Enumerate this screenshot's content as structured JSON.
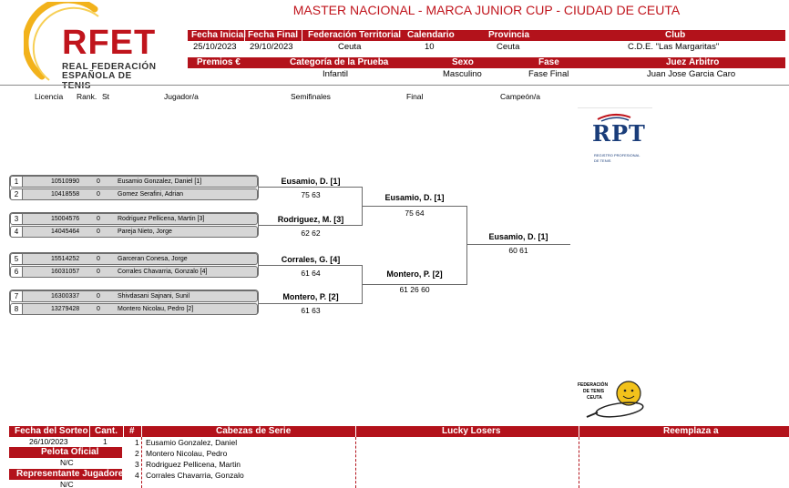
{
  "title": "MASTER NACIONAL - MARCA JUNIOR CUP - CIUDAD DE CEUTA",
  "logo": {
    "initials": "RFET",
    "line1": "REAL FEDERACIÓN",
    "line2": "ESPAÑOLA DE TENIS"
  },
  "info": {
    "fecha_inicial_label": "Fecha Inicial",
    "fecha_inicial": "25/10/2023",
    "fecha_final_label": "Fecha Final",
    "fecha_final": "29/10/2023",
    "federacion_label": "Federación Territorial",
    "federacion": "Ceuta",
    "calendario_label": "Calendario",
    "calendario": "10",
    "provincia_label": "Provincia",
    "provincia": "Ceuta",
    "club_label": "Club",
    "club": "C.D.E. \"Las Margaritas\"",
    "premios_label": "Premios €",
    "premios": "",
    "categoria_label": "Categoría de la Prueba",
    "categoria": "Infantil",
    "sexo_label": "Sexo",
    "sexo": "Masculino",
    "fase_label": "Fase",
    "fase": "Fase Final",
    "juez_label": "Juez Árbitro",
    "juez": "Juan Jose Garcia Caro"
  },
  "columns": {
    "licencia": "Licencia",
    "rank": "Rank.",
    "st": "St",
    "jugador": "Jugador/a",
    "semifinales": "Semifinales",
    "final": "Final",
    "campeon": "Campeón/a"
  },
  "rpt": {
    "initials": "RPT",
    "caption1": "REGISTRO PROFESIONAL",
    "caption2": "DE TENIS"
  },
  "players": [
    {
      "num": "1",
      "licencia": "10510990",
      "rank": "0",
      "name": "Eusamio Gonzalez, Daniel [1]"
    },
    {
      "num": "2",
      "licencia": "10418558",
      "rank": "0",
      "name": "Gomez Serafini, Adrian"
    },
    {
      "num": "3",
      "licencia": "15004576",
      "rank": "0",
      "name": "Rodriguez Pellicena, Martin [3]"
    },
    {
      "num": "4",
      "licencia": "14045464",
      "rank": "0",
      "name": "Pareja Nieto, Jorge"
    },
    {
      "num": "5",
      "licencia": "15514252",
      "rank": "0",
      "name": "Garceran Conesa, Jorge"
    },
    {
      "num": "6",
      "licencia": "16031057",
      "rank": "0",
      "name": "Corrales Chavarria, Gonzalo [4]"
    },
    {
      "num": "7",
      "licencia": "16300337",
      "rank": "0",
      "name": "Shivdasani Sajnani, Sunil"
    },
    {
      "num": "8",
      "licencia": "13279428",
      "rank": "0",
      "name": "Montero Nicolau, Pedro [2]"
    }
  ],
  "semifinales": [
    {
      "name": "Eusamio, D. [1]",
      "score": "75 63"
    },
    {
      "name": "Rodriguez, M. [3]",
      "score": "62 62"
    },
    {
      "name": "Corrales, G. [4]",
      "score": "61 64"
    },
    {
      "name": "Montero, P. [2]",
      "score": "61 63"
    }
  ],
  "final": [
    {
      "name": "Eusamio, D. [1]",
      "score": "75 64"
    },
    {
      "name": "Montero, P. [2]",
      "score": "61 26 60"
    }
  ],
  "campeon": {
    "name": "Eusamio, D. [1]",
    "score": "60 61"
  },
  "fed_logo": {
    "line1": "FEDERACIÓN",
    "line2": "DE TENIS",
    "line3": "CEUTA"
  },
  "bottom": {
    "fecha_sorteo_label": "Fecha del Sorteo",
    "fecha_sorteo": "26/10/2023",
    "cant_label": "Cant.",
    "cant": "1",
    "hash_label": "#",
    "cabezas_label": "Cabezas de Serie",
    "lucky_label": "Lucky Losers",
    "reemplaza_label": "Reemplaza a",
    "pelota_label": "Pelota Oficial",
    "pelota": "N/C",
    "representante_label": "Representante Jugadores",
    "representante": "N/C",
    "seeds": [
      {
        "num": "1",
        "name": "Eusamio Gonzalez, Daniel"
      },
      {
        "num": "2",
        "name": "Montero Nicolau, Pedro"
      },
      {
        "num": "3",
        "name": "Rodriguez Pellicena, Martin"
      },
      {
        "num": "4",
        "name": "Corrales Chavarria, Gonzalo"
      }
    ]
  },
  "colors": {
    "brand_red": "#b3121b",
    "logo_yellow": "#f2b21b",
    "rpt_blue": "#1a3d7a",
    "box_gray": "#d6d6d6"
  }
}
